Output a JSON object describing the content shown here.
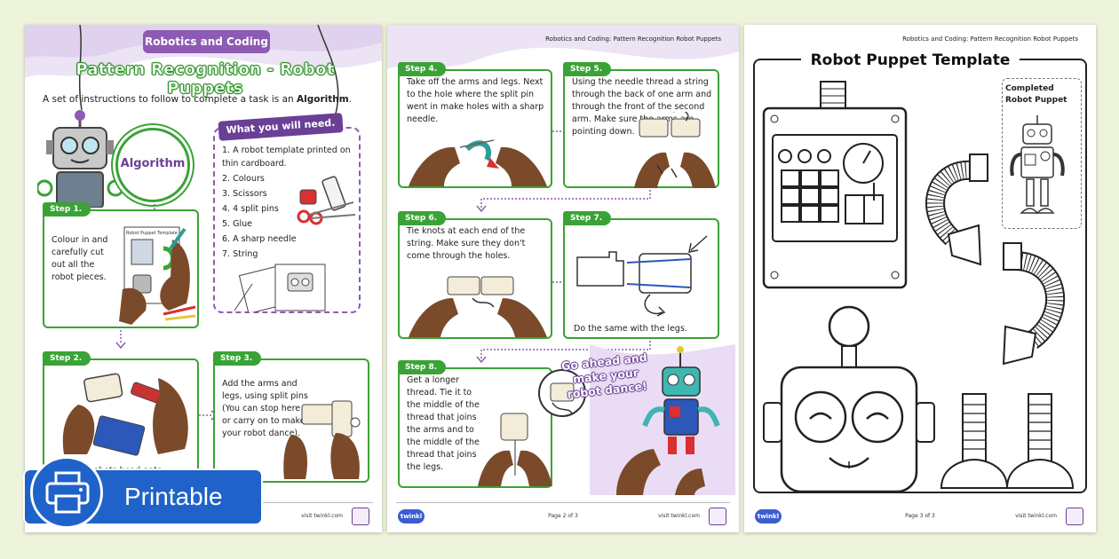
{
  "page1": {
    "tab_title": "Robotics and Coding",
    "title": "Pattern Recognition - Robot Puppets",
    "intro_prefix": "A set of instructions to follow to complete a task is an ",
    "intro_bold": "Algorithm",
    "intro_suffix": ".",
    "algorithm_label": "Algorithm",
    "need_heading": "What you will need.",
    "need_items": [
      "1.  A robot template printed on thin cardboard.",
      "2.  Colours",
      "3.  Scissors",
      "4.  4 split pins",
      "5.  Glue",
      "6.  A sharp needle",
      "7.  String"
    ],
    "step1_label": "Step 1.",
    "step1_text": "Colour in and carefully cut out all the robot pieces.",
    "step2_label": "Step 2.",
    "step2_text": "Glue the robots head onto",
    "step3_label": "Step 3.",
    "step3_text": "Add the arms and legs, using split pins (You can stop here or carry on to make your robot dance).",
    "template_mini": "Robot Puppet Template",
    "visit": "visit twinkl.com"
  },
  "page2": {
    "header": "Robotics and Coding: Pattern Recognition Robot Puppets",
    "step4_label": "Step 4.",
    "step4_text": "Take off the arms and legs. Next to the hole where the split pin went in make holes with a sharp needle.",
    "step5_label": "Step 5.",
    "step5_text": "Using the needle thread a string through the back of one arm and through the front of the second arm. Make sure the arms are pointing down.",
    "step6_label": "Step 6.",
    "step6_text": "Tie knots at each end of the string. Make sure they don't come through the holes.",
    "step7_label": "Step 7.",
    "step7_text": "Do the same with the legs.",
    "step8_label": "Step 8.",
    "step8_text": "Get a longer thread. Tie it to the middle of the thread that joins the arms and to the middle of the thread that joins the legs.",
    "go_ahead": "Go ahead and make your robot dance!",
    "page_num": "Page 2 of 3",
    "visit": "visit twinkl.com",
    "logo": "twinkl"
  },
  "page3": {
    "header": "Robotics and Coding: Pattern Recognition Robot Puppets",
    "title": "Robot Puppet Template",
    "completed_line1": "Completed",
    "completed_line2": "Robot Puppet",
    "page_num": "Page 3 of 3",
    "visit": "visit twinkl.com",
    "logo": "twinkl"
  },
  "badge": {
    "label": "Printable"
  },
  "colors": {
    "accent_purple": "#8d5bb3",
    "accent_green": "#3aa335",
    "badge_blue": "#1f62c9"
  }
}
